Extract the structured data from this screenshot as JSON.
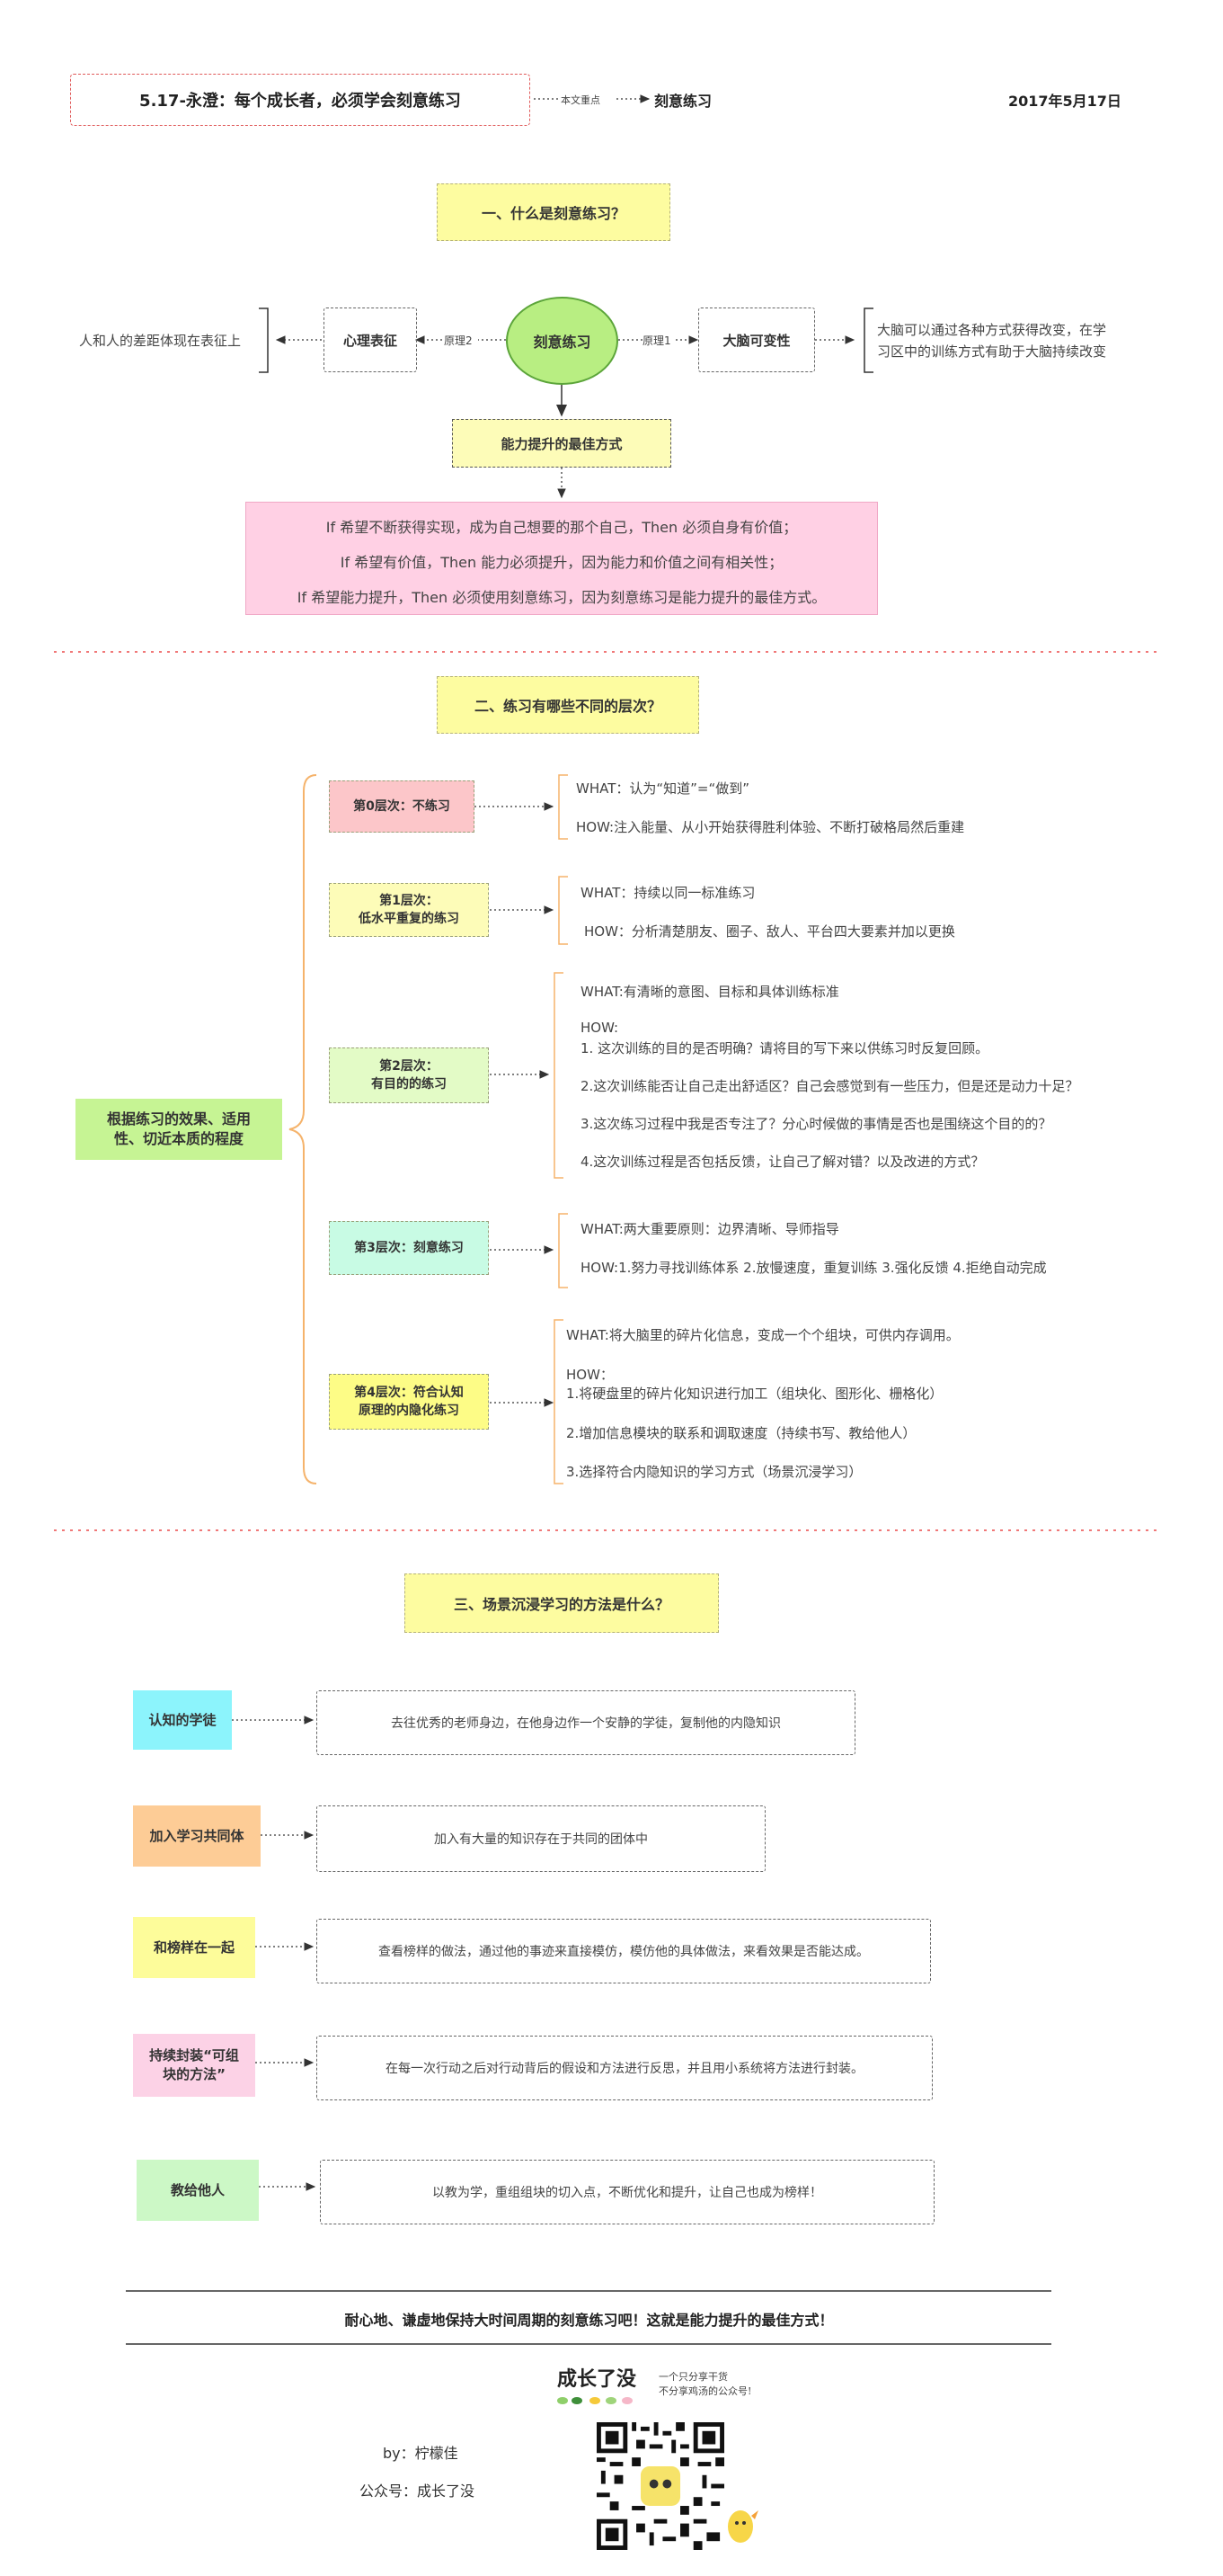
{
  "header": {
    "title": "5.17-永澄：每个成长者，必须学会刻意练习",
    "focus_label": "本文重点",
    "focus_value": "刻意练习",
    "date": "2017年5月17日"
  },
  "section1": {
    "heading": "一、什么是刻意练习？",
    "center": "刻意练习",
    "left_node": "心理表征",
    "left_edge": "原理2",
    "left_note": "人和人的差距体现在表征上",
    "right_node": "大脑可变性",
    "right_edge": "原理1",
    "right_note_1": "大脑可以通过各种方式获得改变，在学",
    "right_note_2": "习区中的训练方式有助于大脑持续改变",
    "best_way": "能力提升的最佳方式",
    "logic_1": "If 希望不断获得实现，成为自己想要的那个自己，Then 必须自身有价值；",
    "logic_2": "If 希望有价值，Then 能力必须提升，因为能力和价值之间有相关性；",
    "logic_3": "If 希望能力提升，Then 必须使用刻意练习，因为刻意练习是能力提升的最佳方式。"
  },
  "section2": {
    "heading": "二、练习有哪些不同的层次？",
    "root_1": "根据练习的效果、适用",
    "root_2": "性、切近本质的程度",
    "levels": [
      {
        "name": "第0层次：不练习",
        "lines": [
          "WHAT：认为“知道”=“做到”",
          "HOW:注入能量、从小开始获得胜利体验、不断打破格局然后重建"
        ]
      },
      {
        "name_1": "第1层次：",
        "name_2": "低水平重复的练习",
        "lines": [
          "WHAT：持续以同一标准练习",
          "HOW：分析清楚朋友、圈子、敌人、平台四大要素并加以更换"
        ]
      },
      {
        "name_1": "第2层次：",
        "name_2": "有目的的练习",
        "lines": [
          "WHAT:有清晰的意图、目标和具体训练标准",
          "HOW:",
          "1. 这次训练的目的是否明确？请将目的写下来以供练习时反复回顾。",
          "2.这次训练能否让自己走出舒适区？自己会感觉到有一些压力，但是还是动力十足？",
          "3.这次练习过程中我是否专注了？分心时候做的事情是否也是围绕这个目的的？",
          "4.这次训练过程是否包括反馈，让自己了解对错？以及改进的方式？"
        ]
      },
      {
        "name": "第3层次：刻意练习",
        "lines": [
          "WHAT:两大重要原则：边界清晰、导师指导",
          "HOW:1.努力寻找训练体系    2.放慢速度，重复训练   3.强化反馈    4.拒绝自动完成"
        ]
      },
      {
        "name_1": "第4层次：符合认知",
        "name_2": "原理的内隐化练习",
        "lines": [
          "WHAT:将大脑里的碎片化信息，变成一个个组块，可供内存调用。",
          "HOW：",
          "1.将硬盘里的碎片化知识进行加工（组块化、图形化、栅格化）",
          "2.增加信息模块的联系和调取速度（持续书写、教给他人）",
          "3.选择符合内隐知识的学习方式（场景沉浸学习）"
        ]
      }
    ]
  },
  "section3": {
    "heading": "三、场景沉浸学习的方法是什么？",
    "methods": [
      {
        "tag": "认知的学徒",
        "desc": "去往优秀的老师身边，在他身边作一个安静的学徒，复制他的内隐知识"
      },
      {
        "tag": "加入学习共同体",
        "desc": "加入有大量的知识存在于共同的团体中"
      },
      {
        "tag": "和榜样在一起",
        "desc": "查看榜样的做法，通过他的事迹来直接模仿，模仿他的具体做法，来看效果是否能达成。"
      },
      {
        "tag_1": "持续封装“可组",
        "tag_2": "块的方法”",
        "desc": "在每一次行动之后对行动背后的假设和方法进行反思，并且用小系统将方法进行封装。"
      },
      {
        "tag": "教给他人",
        "desc": "以教为学，重组组块的切入点，不断优化和提升，让自己也成为榜样！"
      }
    ]
  },
  "footer": {
    "slogan": "耐心地、谦虚地保持大时间周期的刻意练习吧！这就是能力提升的最佳方式！",
    "brand": "成长了没",
    "brand_tag_1": "一个只分享干货",
    "brand_tag_2": "不分享鸡汤的公众号!",
    "author": "by：柠檬佳",
    "account": "公众号：成长了没"
  },
  "colors": {
    "yellow": "#fdfca0",
    "center_green": "#b8ee82",
    "pink": "#ffd0e4",
    "root_green": "#c6f494",
    "level0": "#fcc6c9",
    "level1": "#fdfcb8",
    "level2": "#e3fbc6",
    "level3": "#c8fbe4",
    "level4": "#fdfc86",
    "cyan": "#8cf4fc",
    "peach": "#fdcc96",
    "lightyellow": "#fdfc9a",
    "lightpink": "#fcd2e6",
    "lightgreen": "#ccf8c6",
    "separator": "#f07878",
    "brace": "#f5b36b"
  }
}
